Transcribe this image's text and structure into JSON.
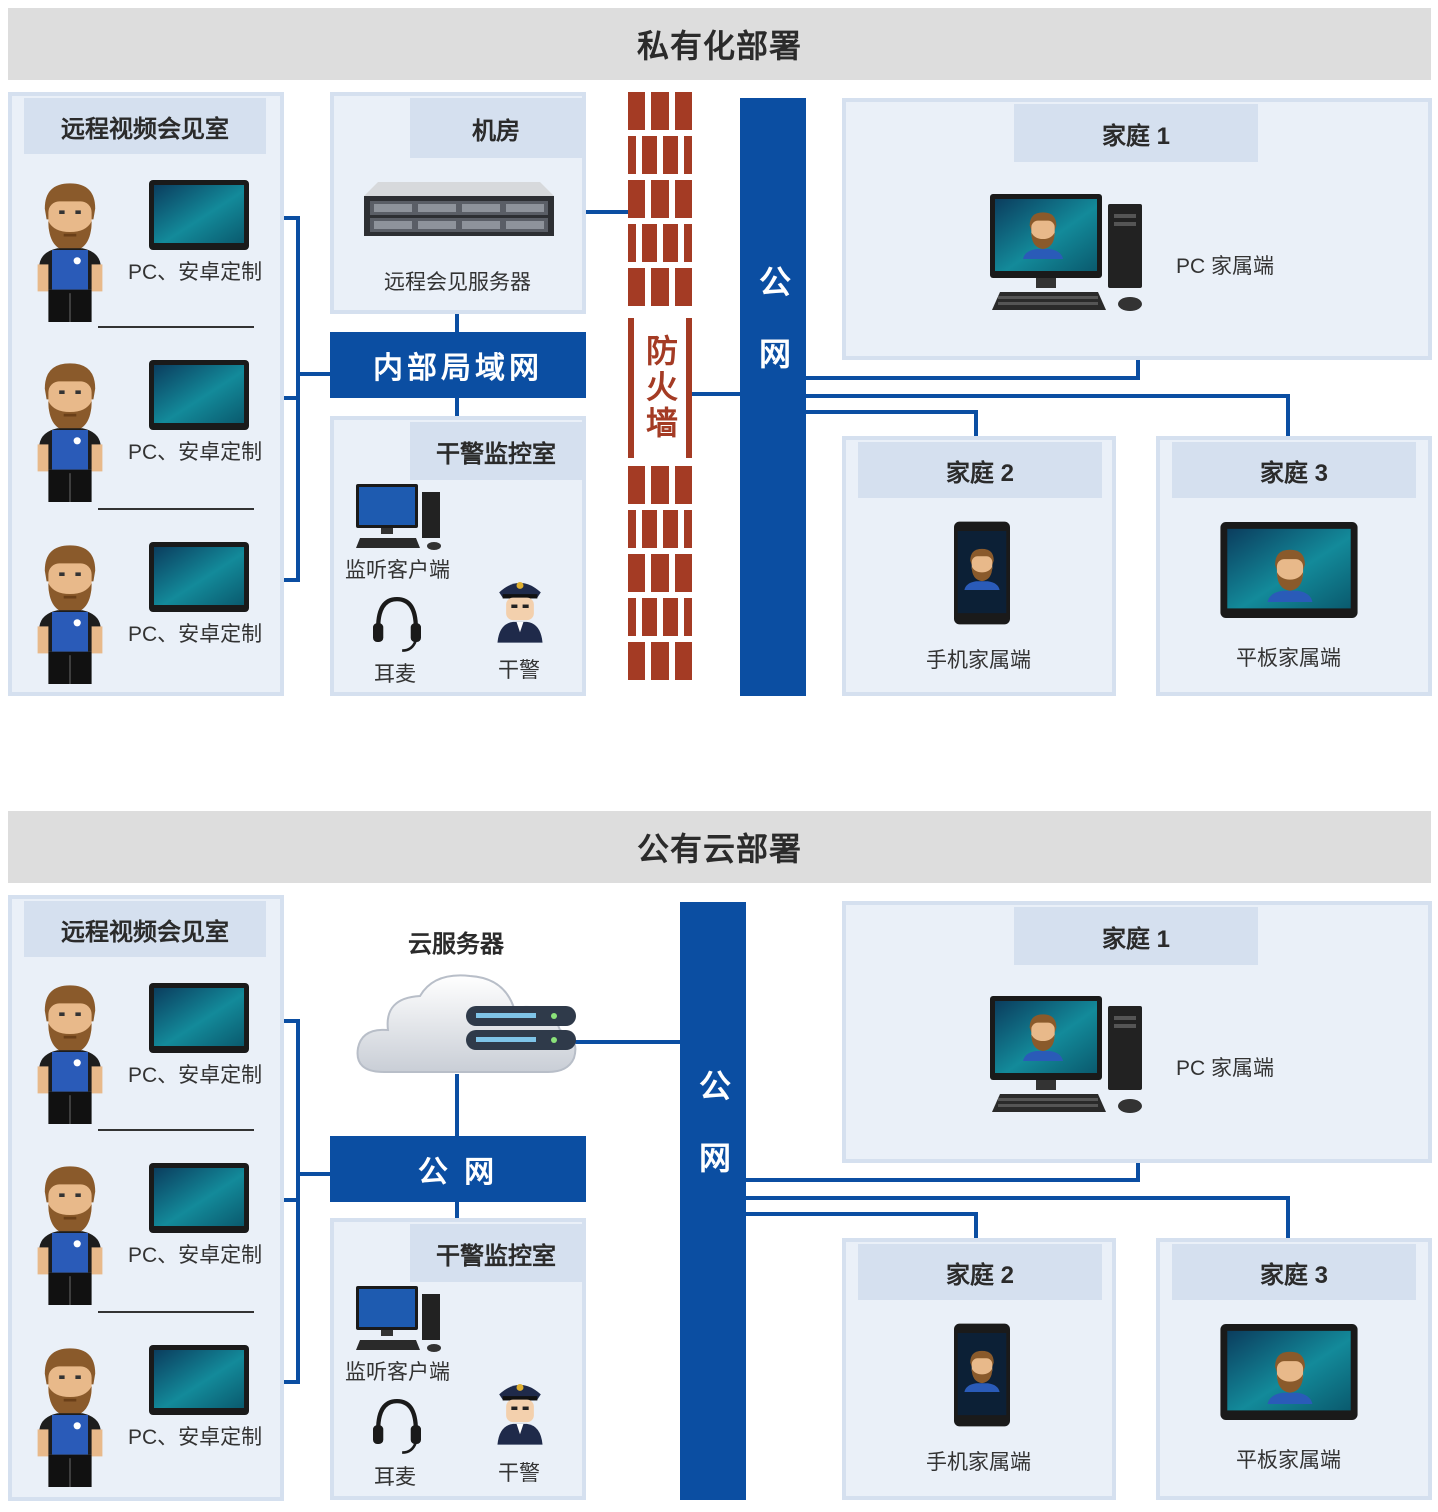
{
  "private": {
    "title": "私有化部署",
    "room": {
      "title": "远程视频会见室",
      "terminals": [
        "PC、安卓定制",
        "PC、安卓定制",
        "PC、安卓定制"
      ]
    },
    "server_room": {
      "title": "机房",
      "server_label": "远程会见服务器"
    },
    "lan": "内部局域网",
    "monitor": {
      "title": "干警监控室",
      "client": "监听客户端",
      "headset": "耳麦",
      "officer": "干警"
    },
    "firewall": "防火墙",
    "public_net": "公网",
    "families": [
      {
        "title": "家庭 1",
        "device": "PC 家属端"
      },
      {
        "title": "家庭 2",
        "device": "手机家属端"
      },
      {
        "title": "家庭 3",
        "device": "平板家属端"
      }
    ]
  },
  "public": {
    "title": "公有云部署",
    "room": {
      "title": "远程视频会见室",
      "terminals": [
        "PC、安卓定制",
        "PC、安卓定制",
        "PC、安卓定制"
      ]
    },
    "cloud": {
      "title": "云服务器"
    },
    "net_bar": "公 网",
    "monitor": {
      "title": "干警监控室",
      "client": "监听客户端",
      "headset": "耳麦",
      "officer": "干警"
    },
    "public_net": "公网",
    "families": [
      {
        "title": "家庭 1",
        "device": "PC 家属端"
      },
      {
        "title": "家庭 2",
        "device": "手机家属端"
      },
      {
        "title": "家庭 3",
        "device": "平板家属端"
      }
    ]
  },
  "colors": {
    "network_blue": "#0b4ea2",
    "firewall_brick": "#a43b24",
    "panel_bg": "#eaf0f8",
    "banner_bg": "#dddddd"
  }
}
